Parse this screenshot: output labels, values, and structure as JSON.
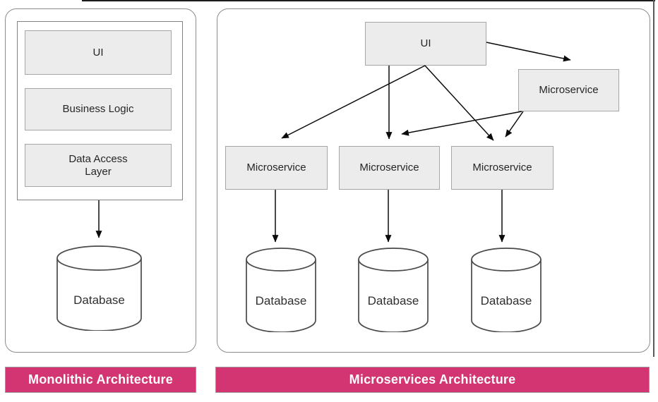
{
  "colors": {
    "accent_pink": "#d23571",
    "node_fill": "#ececec",
    "node_border": "#a6a6a6",
    "panel_border": "#8c8c8c",
    "arrow": "#0a0a0a",
    "banner_text": "#ffffff"
  },
  "monolith": {
    "banner": "Monolithic Architecture",
    "layers": [
      {
        "label": "UI"
      },
      {
        "label": "Business Logic"
      },
      {
        "label": "Data Access Layer"
      }
    ],
    "database": {
      "label": "Database"
    }
  },
  "microservices": {
    "banner": "Microservices Architecture",
    "ui": {
      "label": "UI"
    },
    "services": [
      {
        "label": "Microservice"
      },
      {
        "label": "Microservice"
      },
      {
        "label": "Microservice"
      },
      {
        "label": "Microservice"
      }
    ],
    "databases": [
      {
        "label": "Database"
      },
      {
        "label": "Database"
      },
      {
        "label": "Database"
      }
    ]
  }
}
